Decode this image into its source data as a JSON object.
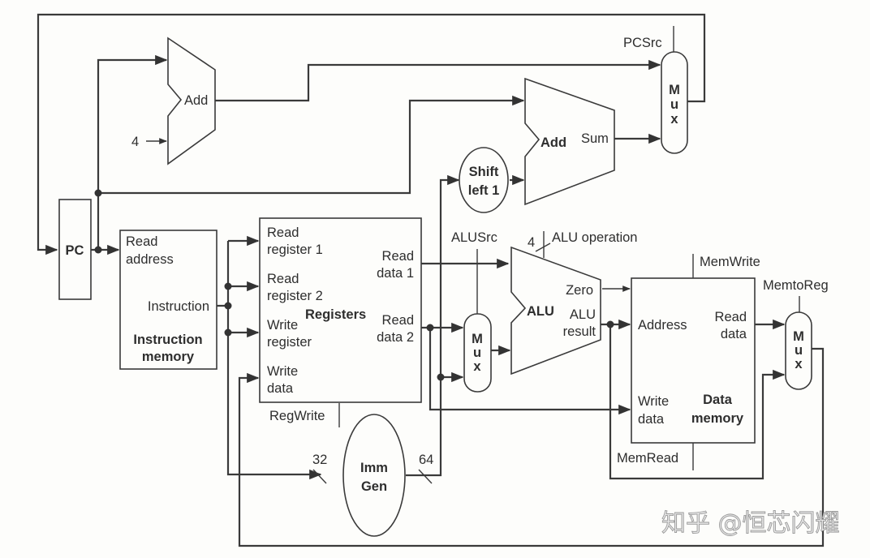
{
  "diagram": {
    "title": "RISC-V single-cycle datapath",
    "pc": {
      "label": "PC"
    },
    "adder_pc": {
      "label": "Add",
      "const_input": "4"
    },
    "adder_branch": {
      "label": "Add",
      "output": "Sum"
    },
    "shift": {
      "line1": "Shift",
      "line2": "left 1"
    },
    "mux_pc": {
      "control": "PCSrc",
      "label_chars": [
        "M",
        "u",
        "x"
      ]
    },
    "instruction_memory": {
      "input": [
        "Read",
        "address"
      ],
      "output": "Instruction",
      "name": [
        "Instruction",
        "memory"
      ]
    },
    "registers": {
      "name": "Registers",
      "inputs": [
        [
          "Read",
          "register 1"
        ],
        [
          "Read",
          "register 2"
        ],
        [
          "Write",
          "register"
        ],
        [
          "Write",
          "data"
        ]
      ],
      "outputs": [
        [
          "Read",
          "data 1"
        ],
        [
          "Read",
          "data 2"
        ]
      ],
      "control": "RegWrite"
    },
    "imm_gen": {
      "line1": "Imm",
      "line2": "Gen",
      "in_width": "32",
      "out_width": "64"
    },
    "mux_alu": {
      "control": "ALUSrc",
      "label_chars": [
        "M",
        "u",
        "x"
      ]
    },
    "alu": {
      "name": "ALU",
      "control": "ALU operation",
      "control_width": "4",
      "outputs": [
        "Zero",
        [
          "ALU",
          "result"
        ]
      ]
    },
    "data_memory": {
      "inputs": [
        "Address",
        [
          "Write",
          "data"
        ]
      ],
      "output": [
        "Read",
        "data"
      ],
      "name": [
        "Data",
        "memory"
      ],
      "control_top": "MemWrite",
      "control_bottom": "MemRead"
    },
    "mux_wb": {
      "control": "MemtoReg",
      "label_chars": [
        "M",
        "u",
        "x"
      ]
    },
    "watermark": "知乎 @恒芯闪耀"
  }
}
